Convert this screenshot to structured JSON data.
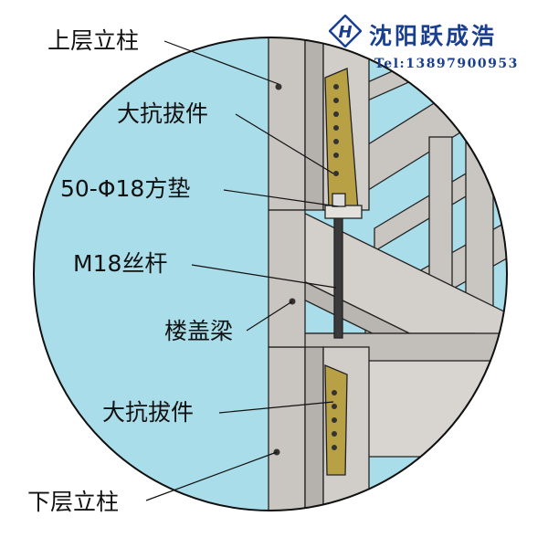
{
  "logo": {
    "company": "沈阳跃成浩",
    "tel": "Tel:13897900953",
    "mark_text": "H"
  },
  "labels": {
    "upper_column": "上层立柱",
    "anti_pull_top": "大抗拔件",
    "square_washer": "50-Φ18方垫",
    "threaded_rod": "M18丝杆",
    "floor_beam": "楼盖梁",
    "anti_pull_bottom": "大抗拔件",
    "lower_column": "下层立柱"
  },
  "colors": {
    "background": "#a9dde9",
    "steel": "#c9c5c0",
    "bracket": "#b8a045",
    "logo": "#1a3f8f"
  }
}
